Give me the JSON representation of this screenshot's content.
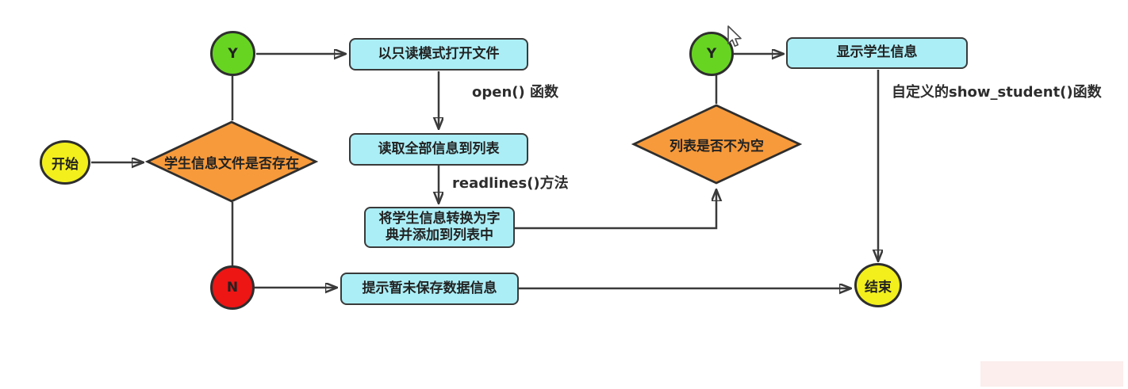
{
  "nodes": {
    "start": {
      "label": "开始"
    },
    "check_file": {
      "label": "学生信息文件是否存在"
    },
    "yes1": {
      "label": "Y"
    },
    "open_file": {
      "label": "以只读模式打开文件"
    },
    "read_all": {
      "label": "读取全部信息到列表"
    },
    "convert": {
      "label": "将学生信息转换为字\n典并添加到列表中"
    },
    "no1": {
      "label": "N"
    },
    "prompt_unsaved": {
      "label": "提示暂未保存数据信息"
    },
    "check_list": {
      "label": "列表是否不为空"
    },
    "yes2": {
      "label": "Y"
    },
    "show_info": {
      "label": "显示学生信息"
    },
    "end": {
      "label": "结束"
    }
  },
  "annotations": {
    "open_fn": "open() 函数",
    "readlines_fn": "readlines()方法",
    "show_fn": "自定义的show_student()函数"
  },
  "colors": {
    "terminator_fill": "#f2ef1d",
    "yes_fill": "#67d422",
    "no_fill": "#ee1515",
    "decision_fill": "#f79a3b",
    "process_fill": "#abeef6",
    "stroke": "#3a3a3a"
  },
  "icons": {
    "cursor": "mouse-pointer"
  }
}
